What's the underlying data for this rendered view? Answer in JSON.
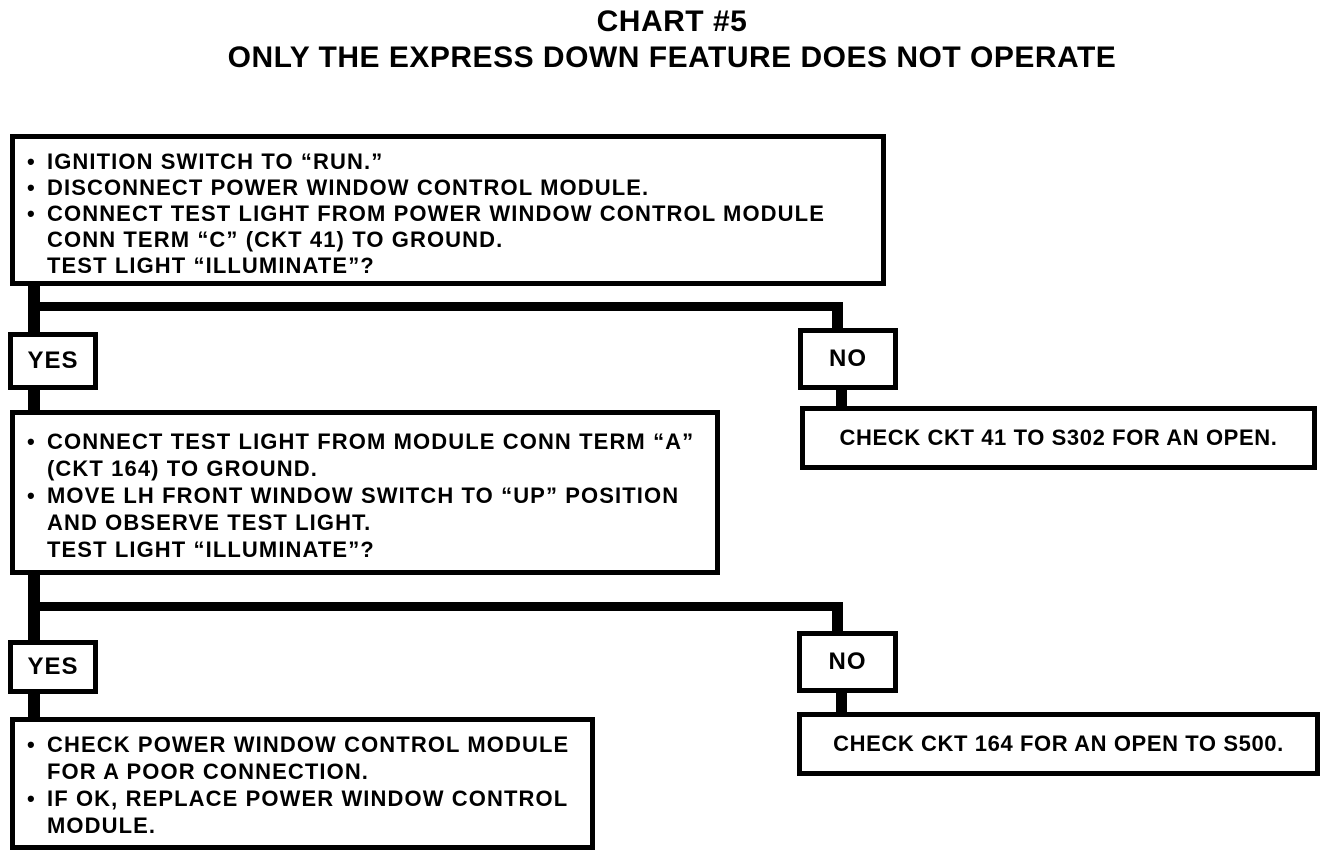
{
  "title": {
    "line1": "CHART #5",
    "line2": "ONLY THE EXPRESS DOWN FEATURE DOES NOT OPERATE"
  },
  "glyphs": {
    "bullet": "•"
  },
  "colors": {
    "ink": "#000000",
    "paper": "#ffffff"
  },
  "flowchart": {
    "step1": {
      "lines": [
        {
          "bullet": "•",
          "text": "IGNITION SWITCH TO “RUN.”"
        },
        {
          "bullet": "•",
          "text": "DISCONNECT POWER WINDOW CONTROL MODULE."
        },
        {
          "bullet": "•",
          "text": "CONNECT TEST LIGHT FROM POWER WINDOW CONTROL MODULE"
        },
        {
          "bullet": "",
          "text": "CONN TERM “C” (CKT 41) TO GROUND."
        },
        {
          "bullet": "",
          "text": "TEST LIGHT “ILLUMINATE”?"
        }
      ]
    },
    "branch1": {
      "yes": "YES",
      "no": "NO",
      "no_action": "CHECK CKT 41 TO S302 FOR AN OPEN."
    },
    "step2": {
      "lines": [
        {
          "bullet": "•",
          "text": "CONNECT TEST LIGHT FROM MODULE CONN TERM “A”"
        },
        {
          "bullet": "",
          "text": "(CKT 164) TO GROUND."
        },
        {
          "bullet": "•",
          "text": "MOVE LH FRONT WINDOW SWITCH TO “UP” POSITION"
        },
        {
          "bullet": "",
          "text": "AND OBSERVE TEST LIGHT."
        },
        {
          "bullet": "",
          "text": "TEST LIGHT “ILLUMINATE”?"
        }
      ]
    },
    "branch2": {
      "yes": "YES",
      "no": "NO",
      "no_action": "CHECK CKT 164 FOR AN OPEN TO S500."
    },
    "step3": {
      "lines": [
        {
          "bullet": "•",
          "text": "CHECK POWER WINDOW CONTROL MODULE"
        },
        {
          "bullet": "",
          "text": "FOR A POOR CONNECTION."
        },
        {
          "bullet": "•",
          "text": "IF OK, REPLACE POWER WINDOW CONTROL"
        },
        {
          "bullet": "",
          "text": "MODULE."
        }
      ]
    }
  }
}
